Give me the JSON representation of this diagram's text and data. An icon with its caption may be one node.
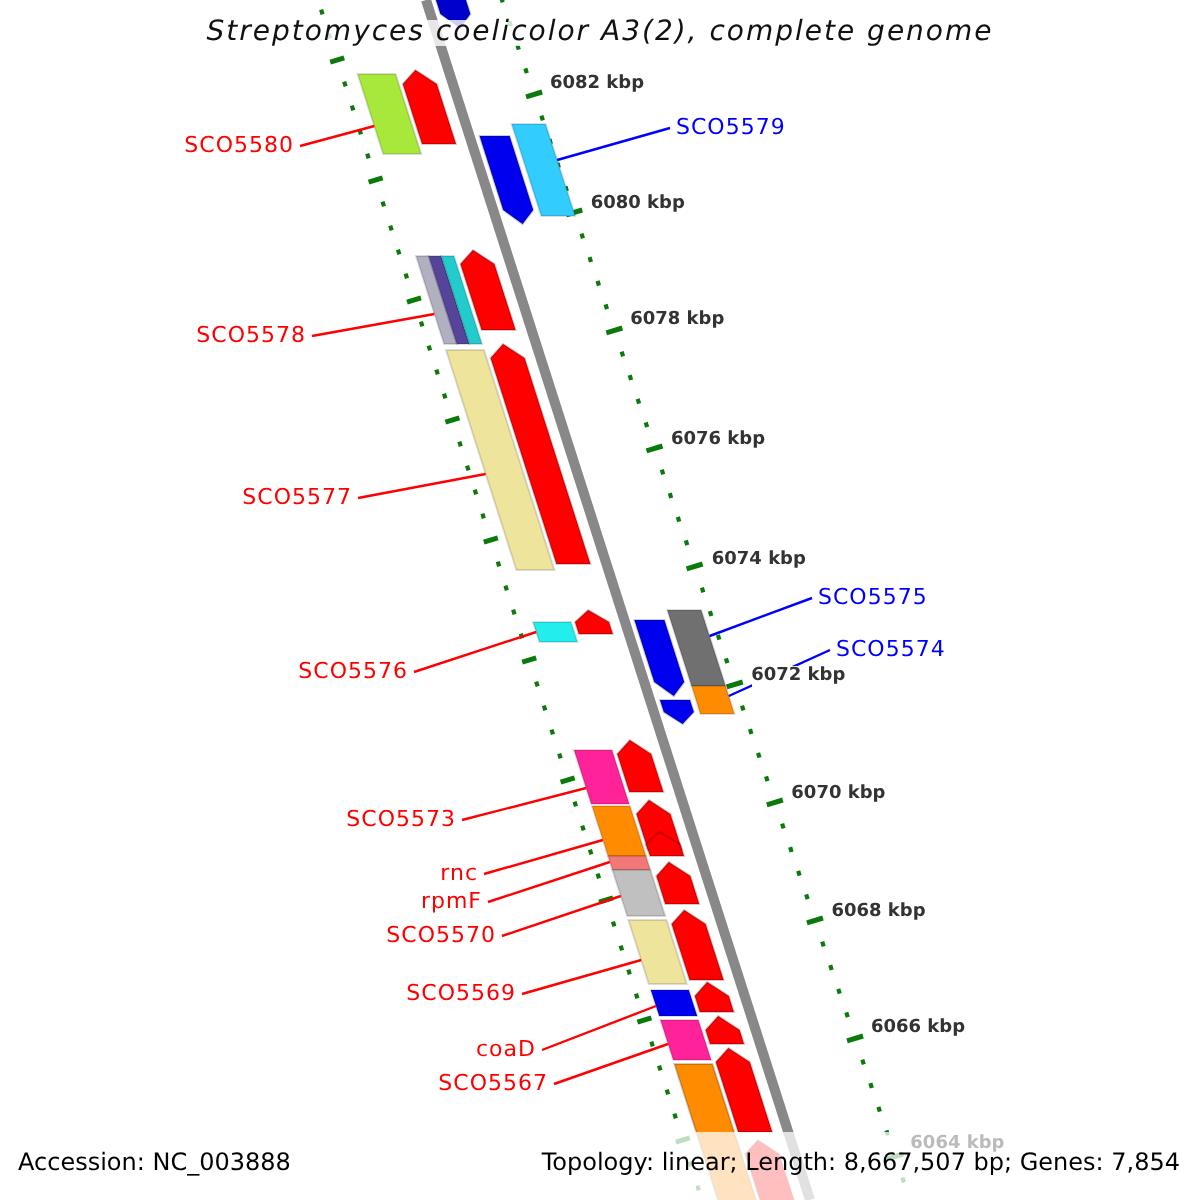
{
  "diagram": {
    "title": "Streptomyces coelicolor A3(2), complete genome",
    "nodes": [
      {
        "text": [
          "SCO5580"
        ]
      },
      {
        "text": [],
        "shape": "box"
      },
      {
        "text": [
          "SCO5579"
        ]
      },
      {
        "text": [],
        "shape": "box"
      },
      {
        "text": [
          "SCO5578"
        ]
      },
      {
        "text": [],
        "shape": "box"
      },
      {
        "text": [
          "SCO5577"
        ]
      },
      {
        "text": [],
        "shape": "box"
      },
      {
        "text": [
          "SCO5576"
        ]
      },
      {
        "text": [],
        "shape": "box"
      },
      {
        "text": [
          "SCO5575"
        ]
      },
      {
        "text": [],
        "shape": "box"
      },
      {
        "text": [
          "SCO5574"
        ]
      },
      {
        "text": [],
        "shape": "box"
      },
      {
        "text": [
          "SCO5573"
        ]
      },
      {
        "text": [],
        "shape": "box"
      },
      {
        "text": [
          "rnc"
        ]
      },
      {
        "text": [],
        "shape": "box"
      },
      {
        "text": [
          "rpmF"
        ]
      },
      {
        "text": [],
        "shape": "box"
      },
      {
        "text": [
          "SCO5570"
        ]
      },
      {
        "text": [],
        "shape": "box"
      },
      {
        "text": [
          "SCO5569"
        ]
      },
      {
        "text": [],
        "shape": "box"
      },
      {
        "text": [
          "coaD"
        ]
      },
      {
        "text": [],
        "shape": "box"
      },
      {
        "text": [
          "SCO5567"
        ]
      },
      {
        "text": [],
        "shape": "box"
      }
    ],
    "edges": [
      {
        "from": 0,
        "to": 1,
        "arrow": "none"
      },
      {
        "from": 2,
        "to": 3,
        "arrow": "none",
        "color": "#0000ff"
      },
      {
        "from": 4,
        "to": 5,
        "arrow": "none"
      },
      {
        "from": 6,
        "to": 7,
        "arrow": "none"
      },
      {
        "from": 8,
        "to": 9,
        "arrow": "none"
      },
      {
        "from": 10,
        "to": 11,
        "arrow": "none",
        "color": "#0000ff"
      },
      {
        "from": 12,
        "to": 13,
        "arrow": "none",
        "color": "#0000ff"
      },
      {
        "from": 14,
        "to": 15,
        "arrow": "none"
      },
      {
        "from": 16,
        "to": 17,
        "arrow": "none"
      },
      {
        "from": 18,
        "to": 19,
        "arrow": "none"
      },
      {
        "from": 20,
        "to": 21,
        "arrow": "none"
      },
      {
        "from": 22,
        "to": 23,
        "arrow": "none"
      },
      {
        "from": 24,
        "to": 25,
        "arrow": "none"
      },
      {
        "from": 26,
        "to": 27,
        "arrow": "none"
      }
    ],
    "labels": [
      "6082 kbp",
      "6080 kbp",
      "6078 kbp",
      "6076 kbp",
      "6074 kbp",
      "6072 kbp",
      "6070 kbp",
      "6068 kbp",
      "6066 kbp",
      "6064 kbp",
      "Accession: NC_003888",
      "Topology: linear; Length: 8,667,507 bp; Genes: 7,854"
    ]
  }
}
